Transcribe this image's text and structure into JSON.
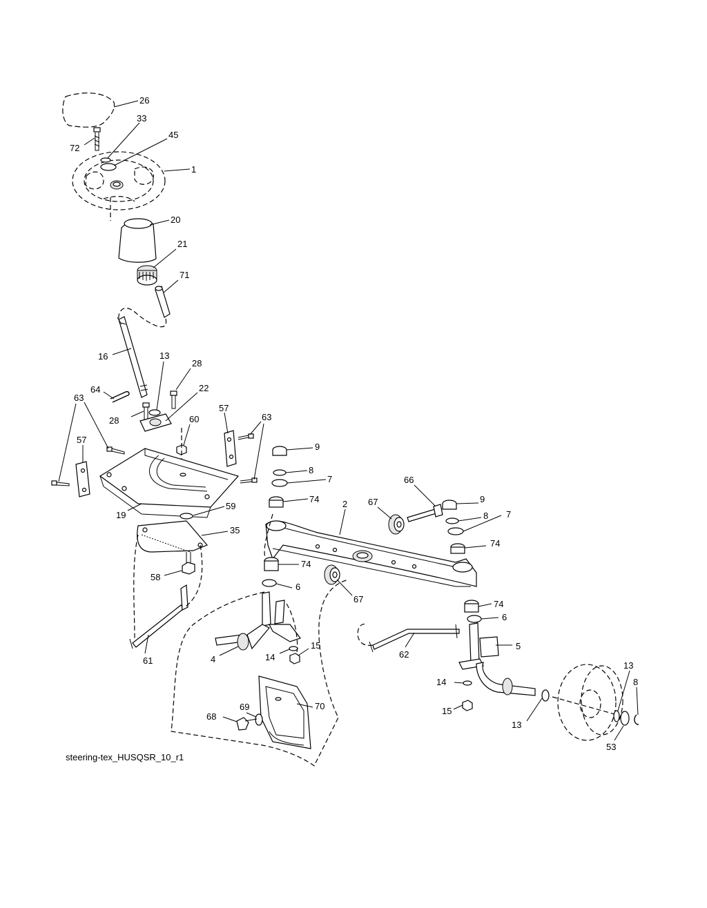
{
  "caption": "steering-tex_HUSQSR_10_r1",
  "callouts": [
    {
      "id": "c-26",
      "label": "26"
    },
    {
      "id": "c-33",
      "label": "33"
    },
    {
      "id": "c-45",
      "label": "45"
    },
    {
      "id": "c-72",
      "label": "72"
    },
    {
      "id": "c-1",
      "label": "1"
    },
    {
      "id": "c-20",
      "label": "20"
    },
    {
      "id": "c-21",
      "label": "21"
    },
    {
      "id": "c-71",
      "label": "71"
    },
    {
      "id": "c-16",
      "label": "16"
    },
    {
      "id": "c-13a",
      "label": "13"
    },
    {
      "id": "c-28a",
      "label": "28"
    },
    {
      "id": "c-64",
      "label": "64"
    },
    {
      "id": "c-22",
      "label": "22"
    },
    {
      "id": "c-63a",
      "label": "63"
    },
    {
      "id": "c-28b",
      "label": "28"
    },
    {
      "id": "c-60",
      "label": "60"
    },
    {
      "id": "c-57a",
      "label": "57"
    },
    {
      "id": "c-63b",
      "label": "63"
    },
    {
      "id": "c-57b",
      "label": "57"
    },
    {
      "id": "c-19",
      "label": "19"
    },
    {
      "id": "c-59",
      "label": "59"
    },
    {
      "id": "c-35",
      "label": "35"
    },
    {
      "id": "c-58",
      "label": "58"
    },
    {
      "id": "c-61",
      "label": "61"
    },
    {
      "id": "c-9a",
      "label": "9"
    },
    {
      "id": "c-8a",
      "label": "8"
    },
    {
      "id": "c-7a",
      "label": "7"
    },
    {
      "id": "c-74a",
      "label": "74"
    },
    {
      "id": "c-66",
      "label": "66"
    },
    {
      "id": "c-67a",
      "label": "67"
    },
    {
      "id": "c-2",
      "label": "2"
    },
    {
      "id": "c-9b",
      "label": "9"
    },
    {
      "id": "c-8b",
      "label": "8"
    },
    {
      "id": "c-7b",
      "label": "7"
    },
    {
      "id": "c-74b",
      "label": "74"
    },
    {
      "id": "c-74c",
      "label": "74"
    },
    {
      "id": "c-6a",
      "label": "6"
    },
    {
      "id": "c-67b",
      "label": "67"
    },
    {
      "id": "c-74d",
      "label": "74"
    },
    {
      "id": "c-6b",
      "label": "6"
    },
    {
      "id": "c-4",
      "label": "4"
    },
    {
      "id": "c-14a",
      "label": "14"
    },
    {
      "id": "c-15a",
      "label": "15"
    },
    {
      "id": "c-62",
      "label": "62"
    },
    {
      "id": "c-5",
      "label": "5"
    },
    {
      "id": "c-69",
      "label": "69"
    },
    {
      "id": "c-70",
      "label": "70"
    },
    {
      "id": "c-68",
      "label": "68"
    },
    {
      "id": "c-14b",
      "label": "14"
    },
    {
      "id": "c-15b",
      "label": "15"
    },
    {
      "id": "c-13b",
      "label": "13"
    },
    {
      "id": "c-13c",
      "label": "13"
    },
    {
      "id": "c-8c",
      "label": "8"
    },
    {
      "id": "c-53",
      "label": "53"
    }
  ]
}
